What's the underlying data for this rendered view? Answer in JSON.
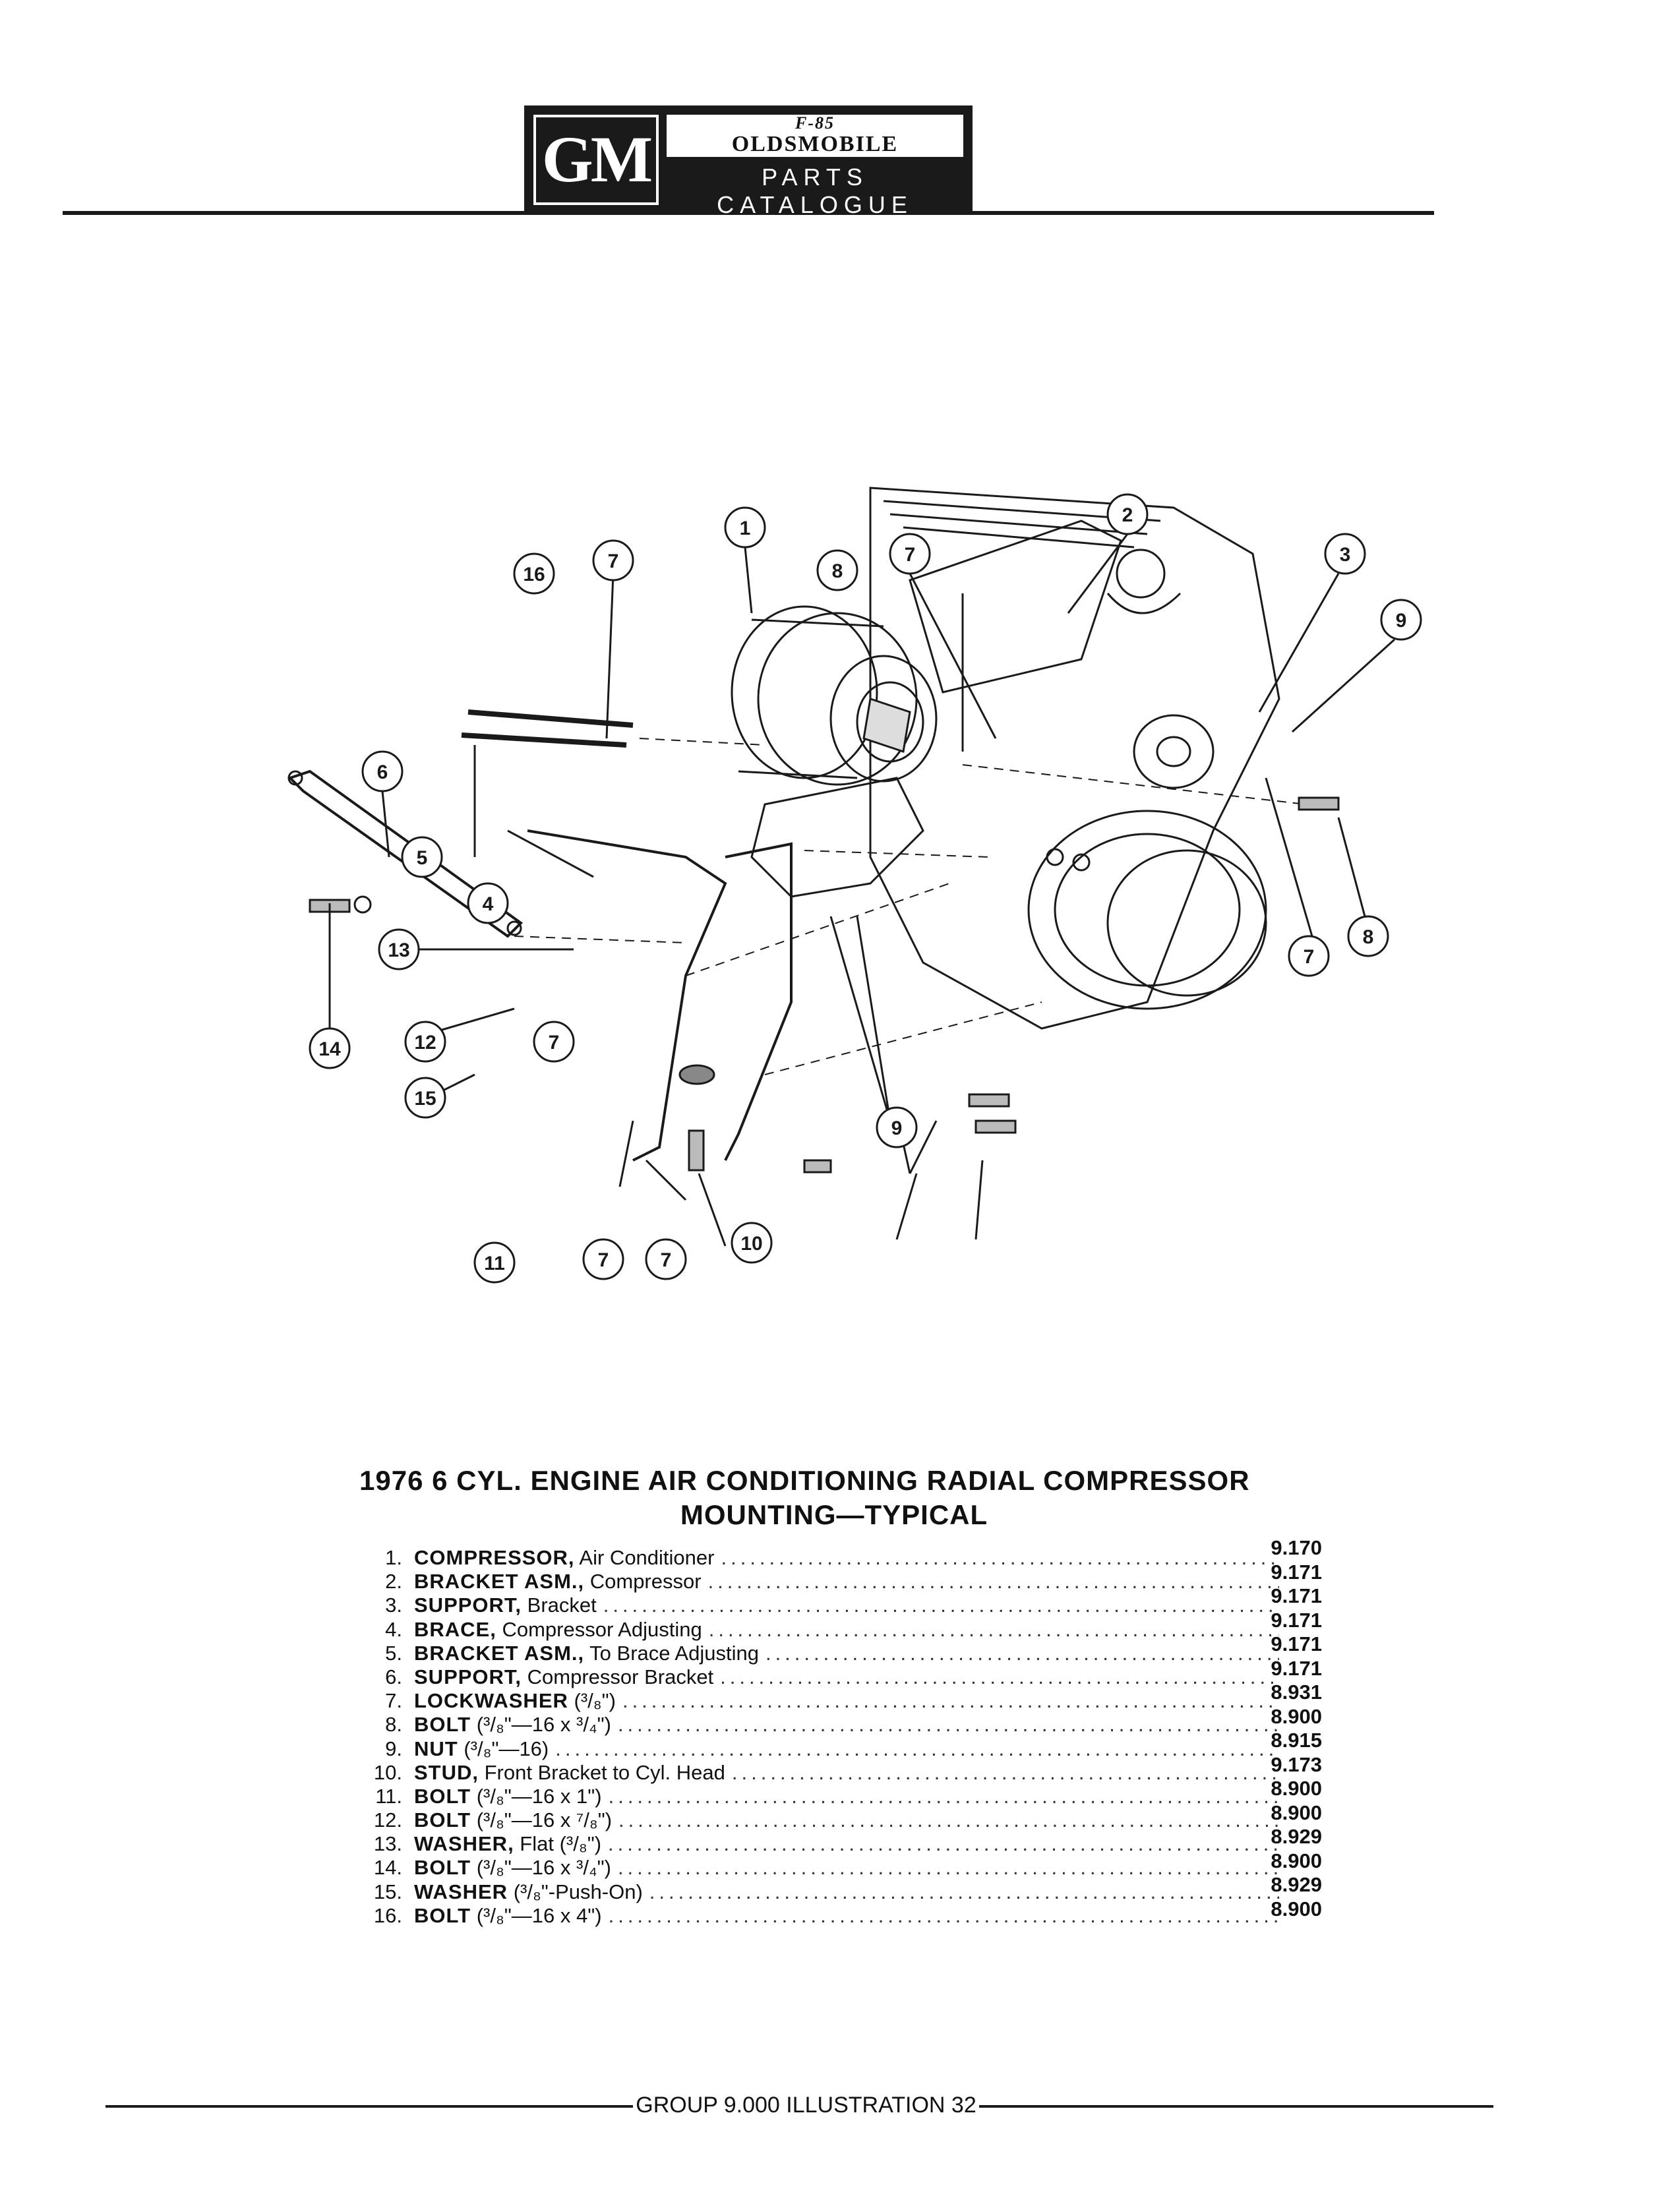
{
  "header": {
    "brand": "GM",
    "badge": "F-85",
    "division": "OLDSMOBILE",
    "catalogue": "PARTS CATALOGUE"
  },
  "illustration": {
    "callouts": [
      "1",
      "2",
      "3",
      "4",
      "5",
      "6",
      "7",
      "8",
      "9",
      "10",
      "11",
      "12",
      "13",
      "14",
      "15",
      "16"
    ]
  },
  "caption": {
    "line1": "1976  6 CYL. ENGINE AIR CONDITIONING RADIAL COMPRESSOR",
    "line2": "MOUNTING—TYPICAL"
  },
  "parts": [
    {
      "num": "1.",
      "name": "COMPRESSOR,",
      "desc": " Air Conditioner"
    },
    {
      "num": "2.",
      "name": "BRACKET ASM.,",
      "desc": " Compressor"
    },
    {
      "num": "3.",
      "name": "SUPPORT,",
      "desc": " Bracket"
    },
    {
      "num": "4.",
      "name": "BRACE,",
      "desc": " Compressor Adjusting"
    },
    {
      "num": "5.",
      "name": "BRACKET ASM.,",
      "desc": " To Brace Adjusting"
    },
    {
      "num": "6.",
      "name": "SUPPORT,",
      "desc": " Compressor Bracket"
    },
    {
      "num": "7.",
      "name": "LOCKWASHER",
      "desc": " (³/₈\")"
    },
    {
      "num": "8.",
      "name": "BOLT",
      "desc": " (³/₈\"—16 x ³/₄\")"
    },
    {
      "num": "9.",
      "name": "NUT",
      "desc": " (³/₈\"—16)"
    },
    {
      "num": "10.",
      "name": "STUD,",
      "desc": " Front Bracket to Cyl. Head"
    },
    {
      "num": "11.",
      "name": "BOLT",
      "desc": " (³/₈\"—16 x 1\")"
    },
    {
      "num": "12.",
      "name": "BOLT",
      "desc": " (³/₈\"—16 x ⁷/₈\")"
    },
    {
      "num": "13.",
      "name": "WASHER,",
      "desc": " Flat (³/₈\")"
    },
    {
      "num": "14.",
      "name": "BOLT",
      "desc": " (³/₈\"—16 x ³/₄\")"
    },
    {
      "num": "15.",
      "name": "WASHER",
      "desc": " (³/₈\"-Push-On)"
    },
    {
      "num": "16.",
      "name": "BOLT",
      "desc": " (³/₈\"—16 x 4\")"
    }
  ],
  "group_refs": [
    "9.170",
    "9.171",
    "9.171",
    "9.171",
    "9.171",
    "9.171",
    "8.931",
    "8.900",
    "8.915",
    "9.173",
    "8.900",
    "8.900",
    "8.929",
    "8.900",
    "8.929",
    "8.900"
  ],
  "footer": {
    "label": "GROUP 9.000 ILLUSTRATION 32"
  }
}
